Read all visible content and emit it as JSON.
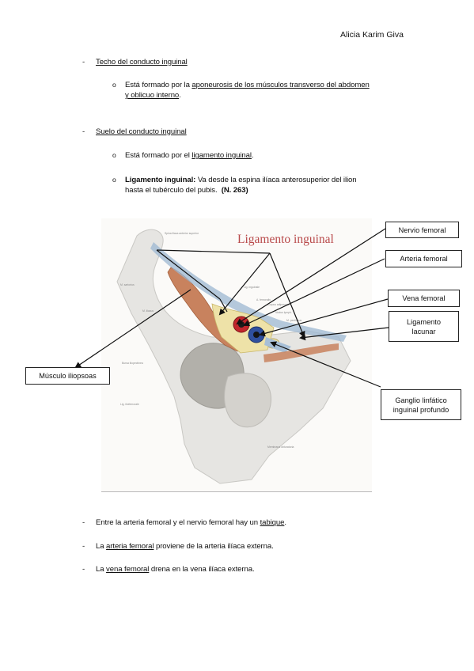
{
  "author": "Alicia Karim Giva",
  "sections": {
    "techo": {
      "dash": "-",
      "heading": "Techo del conducto inguinal",
      "bullet": "o",
      "text_pre": "Está formado por la ",
      "text_link_line1": "aponeurosis de los músculos transverso del abdomen",
      "text_link_line2": "y oblicuo interno",
      "text_post": "."
    },
    "suelo": {
      "dash": "-",
      "heading": "Suelo del conducto inguinal",
      "bullet1": "o",
      "bullet1_pre": "Está formado por el ",
      "bullet1_link": "ligamento inguinal",
      "bullet1_post": ".",
      "bullet2": "o",
      "bullet2_bold": "Ligamento inguinal:",
      "bullet2_line1": " Va desde la espina ilíaca anterosuperior del ilion",
      "bullet2_line2": "hasta el tubérculo del pubis.",
      "bullet2_ref": "(N. 263)"
    }
  },
  "figure": {
    "title": "Ligamento inguinal",
    "callouts": {
      "nervio": "Nervio femoral",
      "arteria": "Arteria femoral",
      "vena": "Vena femoral",
      "lig_lacunar_1": "Ligamento",
      "lig_lacunar_2": "lacunar",
      "musculo": "Músculo iliopsoas",
      "ganglio_1": "Ganglio linfático",
      "ganglio_2": "inguinal profundo"
    },
    "colors": {
      "bone": "#e6e5e2",
      "muscle": "#c8825e",
      "artery": "#c2262c",
      "vein": "#2f4f9e",
      "ligament": "#9cb7d2",
      "title": "#b8494a"
    }
  },
  "bottom": [
    {
      "dash": "-",
      "pre": "Entre la arteria femoral y el nervio femoral hay un ",
      "link": "tabique",
      "post": "."
    },
    {
      "dash": "-",
      "pre": "La ",
      "link": "arteria femoral",
      "post": " proviene de la arteria ilíaca externa."
    },
    {
      "dash": "-",
      "pre": "La ",
      "link": "vena femoral",
      "post": " drena en la vena ilíaca externa."
    }
  ]
}
